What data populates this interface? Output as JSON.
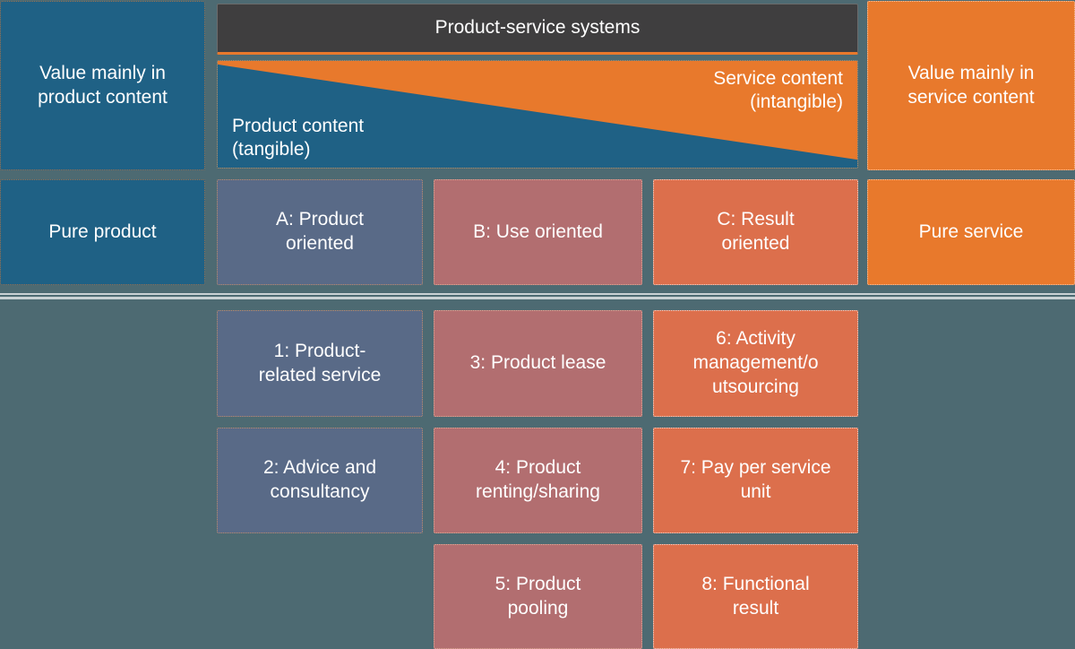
{
  "palette": {
    "background": "#4d6a72",
    "teal": "#1f6185",
    "slate": "#596a87",
    "mauve": "#b26e70",
    "coral": "#dc6f4c",
    "orange": "#e8792c",
    "header-dark": "#3f3e3f",
    "divider-line": "#c9d1d4",
    "text": "#ffffff"
  },
  "top_row": {
    "value_product_label": "Value mainly in product content",
    "pss_header_label": "Product-service systems",
    "product_content_label": "Product content (tangible)",
    "service_content_label": "Service content (intangible)",
    "value_service_label": "Value mainly in service content"
  },
  "category_row": [
    {
      "id": "pure-product",
      "label": "Pure product"
    },
    {
      "id": "category-a",
      "label": "A: Product oriented"
    },
    {
      "id": "category-b",
      "label": "B: Use oriented"
    },
    {
      "id": "category-c",
      "label": "C: Result oriented"
    },
    {
      "id": "pure-service",
      "label": "Pure service"
    }
  ],
  "detail_grid": {
    "columns": [
      {
        "category": "A: Product oriented",
        "cells": [
          {
            "label": "1: Product-related service"
          },
          {
            "label": "2: Advice and consultancy"
          }
        ]
      },
      {
        "category": "B: Use oriented",
        "cells": [
          {
            "label": "3: Product lease"
          },
          {
            "label": "4: Product renting/sharing"
          },
          {
            "label": "5: Product pooling"
          }
        ]
      },
      {
        "category": "C: Result oriented",
        "cells": [
          {
            "label": "6: Activity management/outsourcing"
          },
          {
            "label": "7: Pay per service unit"
          },
          {
            "label": "8: Functional result"
          }
        ]
      }
    ]
  }
}
